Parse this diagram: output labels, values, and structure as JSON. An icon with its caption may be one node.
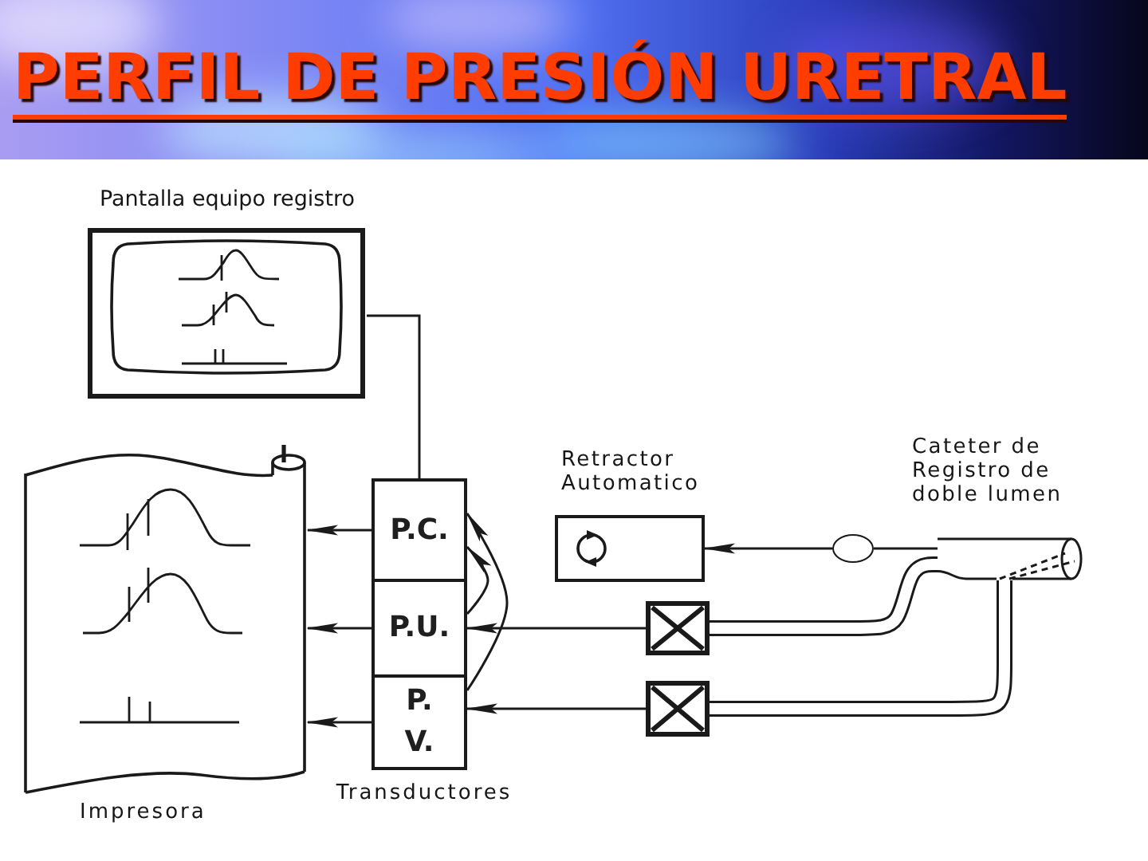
{
  "diagram": {
    "title": "PERFIL DE PRESIÓN URETRAL",
    "nodes": [
      {
        "text": [
          "Pantalla equipo registro"
        ]
      },
      {
        "text": [
          "Impresora"
        ]
      },
      {
        "text": [
          "Transductores"
        ]
      },
      {
        "text": [
          "P.C."
        ],
        "in": 2
      },
      {
        "text": [
          "P.U."
        ],
        "in": 2
      },
      {
        "text": [
          "P. V."
        ],
        "in": 2
      },
      {
        "text": [
          "Retractor Automatico"
        ]
      },
      {
        "text": [],
        "shape": "box"
      },
      {
        "text": [],
        "shape": "box"
      },
      {
        "text": [],
        "shape": "circle"
      },
      {
        "text": [],
        "shape": "cylinder",
        "beside": [
          "Cateter de Registro de doble lumen"
        ]
      }
    ],
    "edges": [
      {
        "from": 2,
        "to": 0,
        "arrow": "none"
      },
      {
        "from": 3,
        "to": 1,
        "arrow": "to"
      },
      {
        "from": 4,
        "to": 1,
        "arrow": "to"
      },
      {
        "from": 5,
        "to": 1,
        "arrow": "to"
      },
      {
        "from": 4,
        "to": 3,
        "arrow": "to"
      },
      {
        "from": 5,
        "to": 3,
        "arrow": "to"
      },
      {
        "from": 7,
        "to": 4,
        "arrow": "to"
      },
      {
        "from": 8,
        "to": 5,
        "arrow": "to"
      },
      {
        "from": 9,
        "to": 6,
        "arrow": "to"
      },
      {
        "from": 10,
        "to": 9,
        "arrow": "none"
      },
      {
        "from": 7,
        "to": 10,
        "arrow": "none",
        "style": "thick"
      },
      {
        "from": 8,
        "to": 10,
        "arrow": "none",
        "style": "thick"
      }
    ]
  }
}
